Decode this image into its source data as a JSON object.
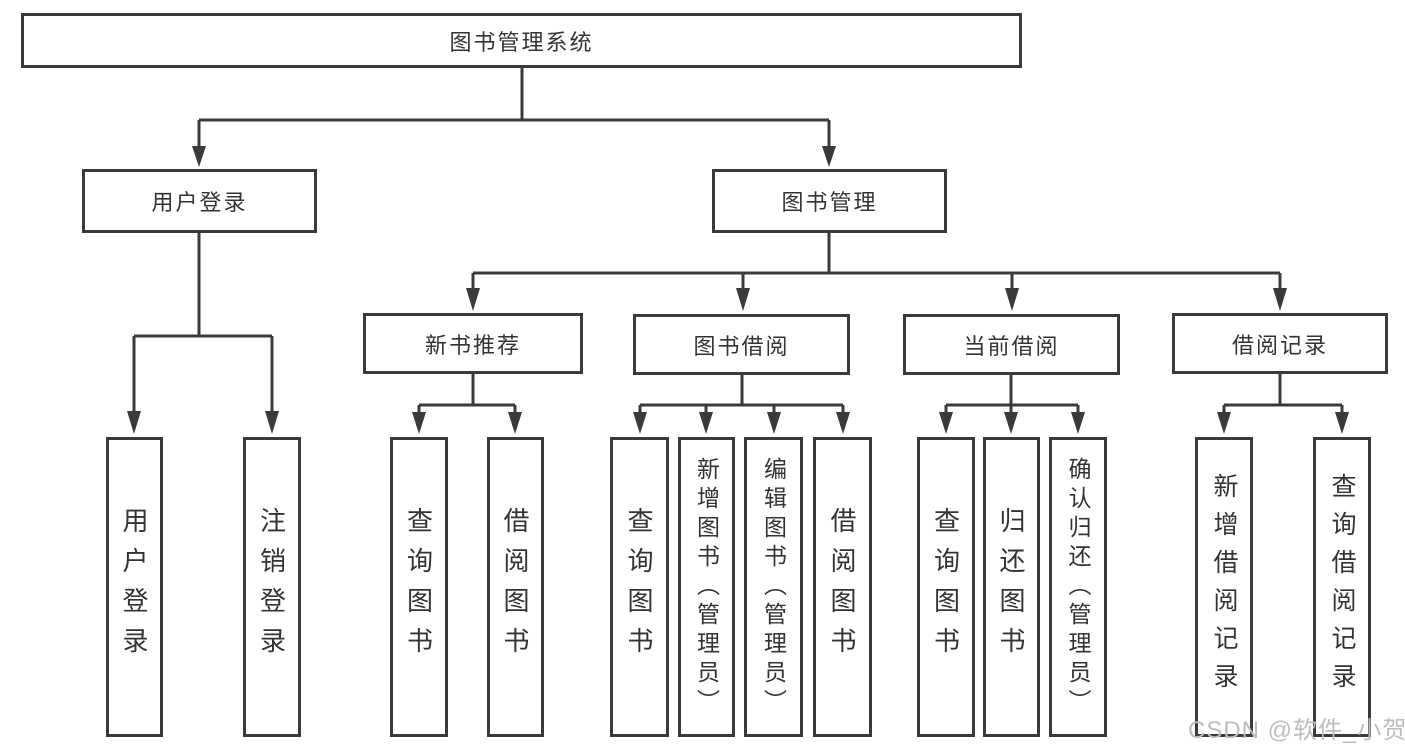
{
  "diagram": {
    "type": "hierarchy-tree",
    "root": {
      "label": "图书管理系统",
      "children": [
        {
          "label": "用户登录",
          "children": [
            {
              "label": "用户登录"
            },
            {
              "label": "注销登录"
            }
          ]
        },
        {
          "label": "图书管理",
          "children": [
            {
              "label": "新书推荐",
              "children": [
                {
                  "label": "查询图书"
                },
                {
                  "label": "借阅图书"
                }
              ]
            },
            {
              "label": "图书借阅",
              "children": [
                {
                  "label": "查询图书"
                },
                {
                  "label": "新增图书（管理员）"
                },
                {
                  "label": "编辑图书（管理员）"
                },
                {
                  "label": "借阅图书"
                }
              ]
            },
            {
              "label": "当前借阅",
              "children": [
                {
                  "label": "查询图书"
                },
                {
                  "label": "归还图书"
                },
                {
                  "label": "确认归还（管理员）"
                }
              ]
            },
            {
              "label": "借阅记录",
              "children": [
                {
                  "label": "新增借阅记录"
                },
                {
                  "label": "查询借阅记录"
                }
              ]
            }
          ]
        }
      ]
    }
  },
  "watermark": "CSDN @软件_小贺同学",
  "colors": {
    "line": "#3a3a3a",
    "text": "#333333",
    "watermark_text": "#bdbdbd",
    "background": "#ffffff"
  }
}
